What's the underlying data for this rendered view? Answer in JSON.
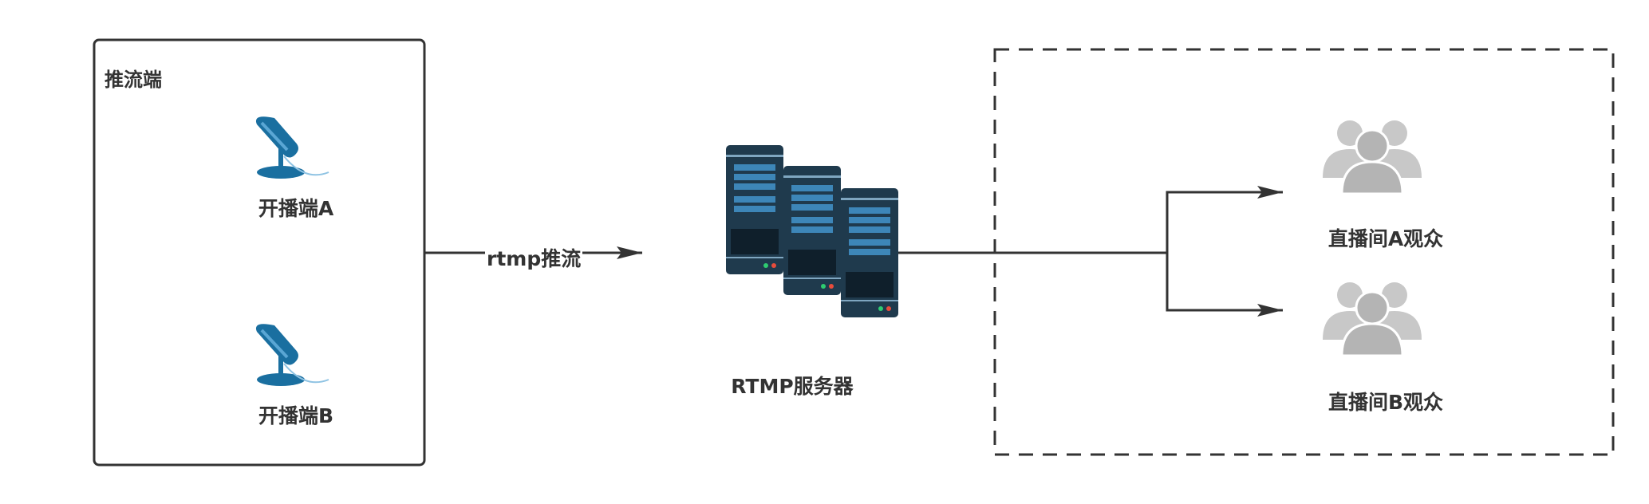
{
  "diagram": {
    "push_group": {
      "label": "推流端"
    },
    "broadcasters": [
      {
        "label": "开播端A",
        "icon": "microphone-icon"
      },
      {
        "label": "开播端B",
        "icon": "microphone-icon"
      }
    ],
    "edge_push": {
      "label": "rtmp推流"
    },
    "server": {
      "label": "RTMP服务器",
      "icon": "server-stack-icon"
    },
    "audiences": [
      {
        "label": "直播间A观众",
        "icon": "user-group-icon"
      },
      {
        "label": "直播间B观众",
        "icon": "user-group-icon"
      }
    ],
    "colors": {
      "line": "#333333",
      "mic": "#1a6fa0",
      "server_dark": "#1f3a4d",
      "server_bar": "#3d86b8",
      "people": "#c8c8c8"
    }
  }
}
